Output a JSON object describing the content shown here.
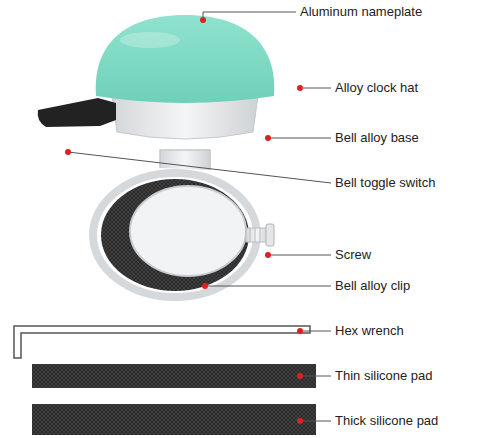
{
  "diagram": {
    "labels": [
      "Aluminum nameplate",
      "Alloy clock hat",
      "Bell alloy base",
      "Bell toggle switch",
      "Screw",
      "Bell alloy clip",
      "Hex wrench",
      "Thin silicone pad",
      "Thick silicone pad"
    ]
  }
}
